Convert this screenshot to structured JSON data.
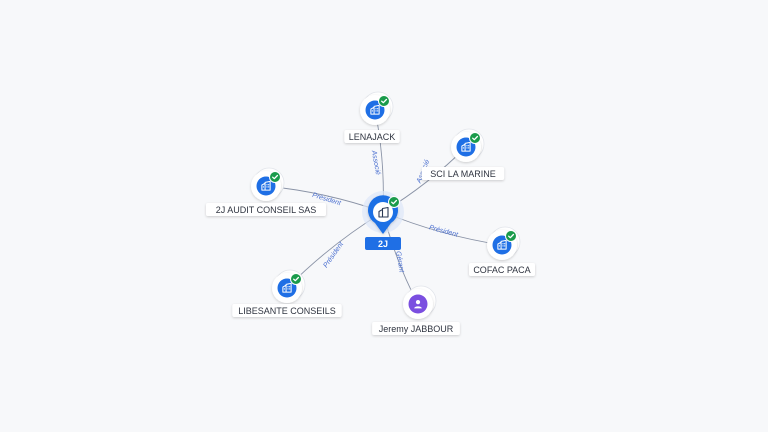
{
  "colors": {
    "background": "#f7f8fa",
    "node_blue": "#1f6fe5",
    "center_blue": "#1f6fe5",
    "person_purple": "#7b4fe0",
    "verified_green": "#1a9b4b",
    "edge": "#8a93a6",
    "edge_label": "#4a6fd0",
    "label_text": "#2f3440"
  },
  "center": {
    "label": "2J",
    "icon": "building-icon",
    "badge": "verified-check-icon"
  },
  "nodes": [
    {
      "id": "lenajack",
      "label": "LENAJACK",
      "kind": "company",
      "icon": "building-icon",
      "badge": "verified-check-icon",
      "edge_label": "Associé"
    },
    {
      "id": "sci-la-marine",
      "label": "SCI LA MARINE",
      "kind": "company",
      "icon": "building-icon",
      "badge": "verified-check-icon",
      "edge_label": "Associé"
    },
    {
      "id": "2j-audit-conseil-sas",
      "label": "2J AUDIT CONSEIL SAS",
      "kind": "company",
      "icon": "building-icon",
      "badge": "verified-check-icon",
      "edge_label": "Président"
    },
    {
      "id": "cofac-paca",
      "label": "COFAC PACA",
      "kind": "company",
      "icon": "building-icon",
      "badge": "verified-check-icon",
      "edge_label": "Président"
    },
    {
      "id": "libesante-conseils",
      "label": "LIBESANTE CONSEILS",
      "kind": "company",
      "icon": "building-icon",
      "badge": "verified-check-icon",
      "edge_label": "Président"
    },
    {
      "id": "jeremy-jabbour",
      "label": "Jeremy JABBOUR",
      "kind": "person",
      "icon": "person-icon",
      "badge": "",
      "edge_label": "Gérant"
    }
  ]
}
